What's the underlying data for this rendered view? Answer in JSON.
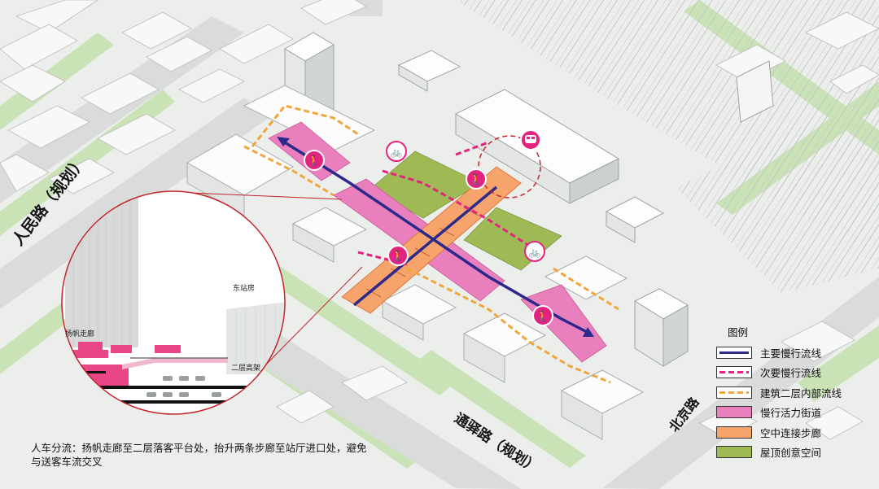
{
  "roads": {
    "renmin": "人民路（规划）",
    "tongyi": "通驿路（规划）",
    "beijing": "北京路"
  },
  "inset": {
    "yangfan_label": "扬帆走廊",
    "dongzhan_label": "东站房",
    "gaojia_label": "二层高架"
  },
  "legend": {
    "title": "图例",
    "items": [
      {
        "label": "主要慢行流线",
        "swatch": "solid-line",
        "color": "#2b2a8c"
      },
      {
        "label": "次要慢行流线",
        "swatch": "dashed-line",
        "color": "#e2237f"
      },
      {
        "label": "建筑二层内部流线",
        "swatch": "dashed-line",
        "color": "#f1a63c"
      },
      {
        "label": "慢行活力街道",
        "swatch": "fill",
        "color": "#ea7fbd"
      },
      {
        "label": "空中连接步廊",
        "swatch": "fill",
        "color": "#f6a36c"
      },
      {
        "label": "屋顶创意空间",
        "swatch": "fill",
        "color": "#9fb955"
      }
    ]
  },
  "caption": "人车分流：扬帆走廊至二层落客平台处，抬升两条步廊至站厅进口处，避免与送客车流交叉",
  "icons": [
    "pedestrian-icon",
    "bicycle-icon",
    "train-icon"
  ],
  "colors": {
    "primary_flow": "#2b2a8c",
    "secondary_flow": "#e2237f",
    "internal_flow": "#f1a63c",
    "vitality_street": "#ea7fbd",
    "skywalk": "#f6a36c",
    "rooftop": "#9fb955",
    "greenbelt": "#c8e2b8",
    "road": "#d8dbd9"
  }
}
